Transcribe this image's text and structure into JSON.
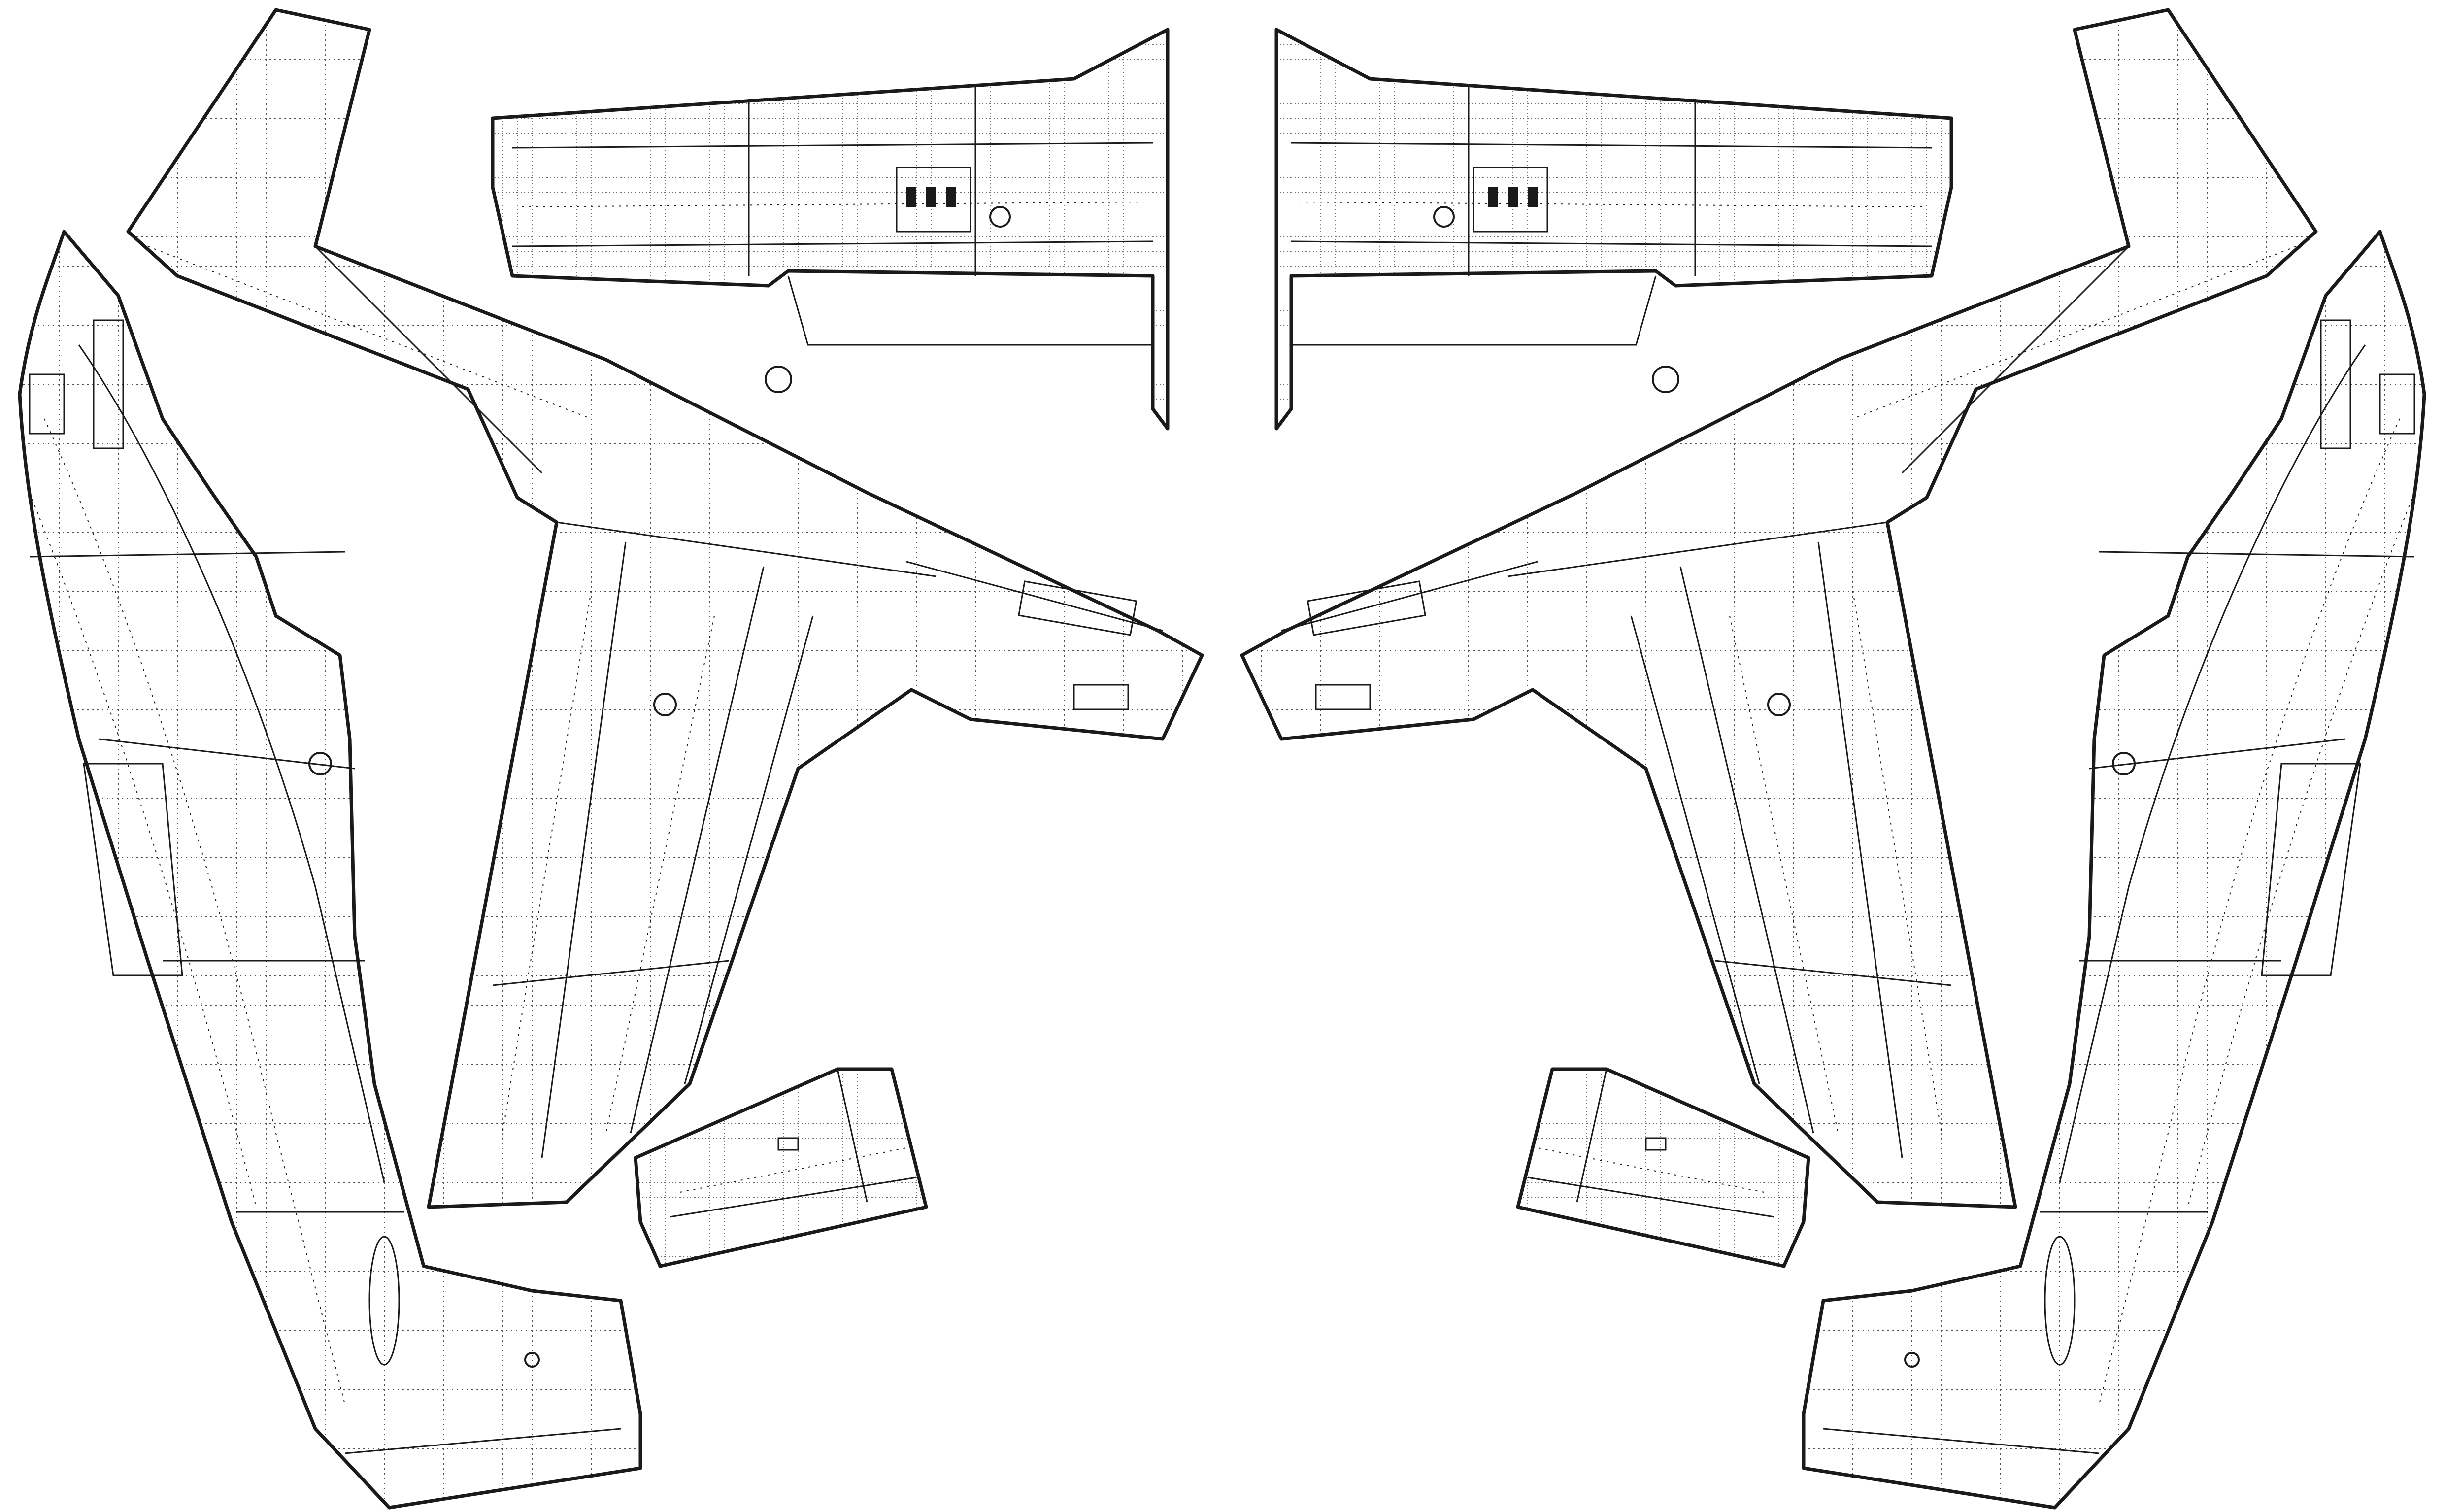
{
  "drawing": {
    "ink_color": "#1a1a1a",
    "background_color": "#ffffff",
    "parts": [
      {
        "name": "left-fuselage-side",
        "icon": "fuselage-outline"
      },
      {
        "name": "right-fuselage-side",
        "icon": "fuselage-outline"
      },
      {
        "name": "left-upper-wing-panel",
        "icon": "wing-panel-outline"
      },
      {
        "name": "right-upper-wing-panel",
        "icon": "wing-panel-outline"
      },
      {
        "name": "left-wing-with-fuselage-top",
        "icon": "wing-planform-outline"
      },
      {
        "name": "right-wing-with-fuselage-top",
        "icon": "wing-planform-outline"
      },
      {
        "name": "left-flap-piece",
        "icon": "flap-outline"
      },
      {
        "name": "right-flap-piece",
        "icon": "flap-outline"
      }
    ]
  }
}
